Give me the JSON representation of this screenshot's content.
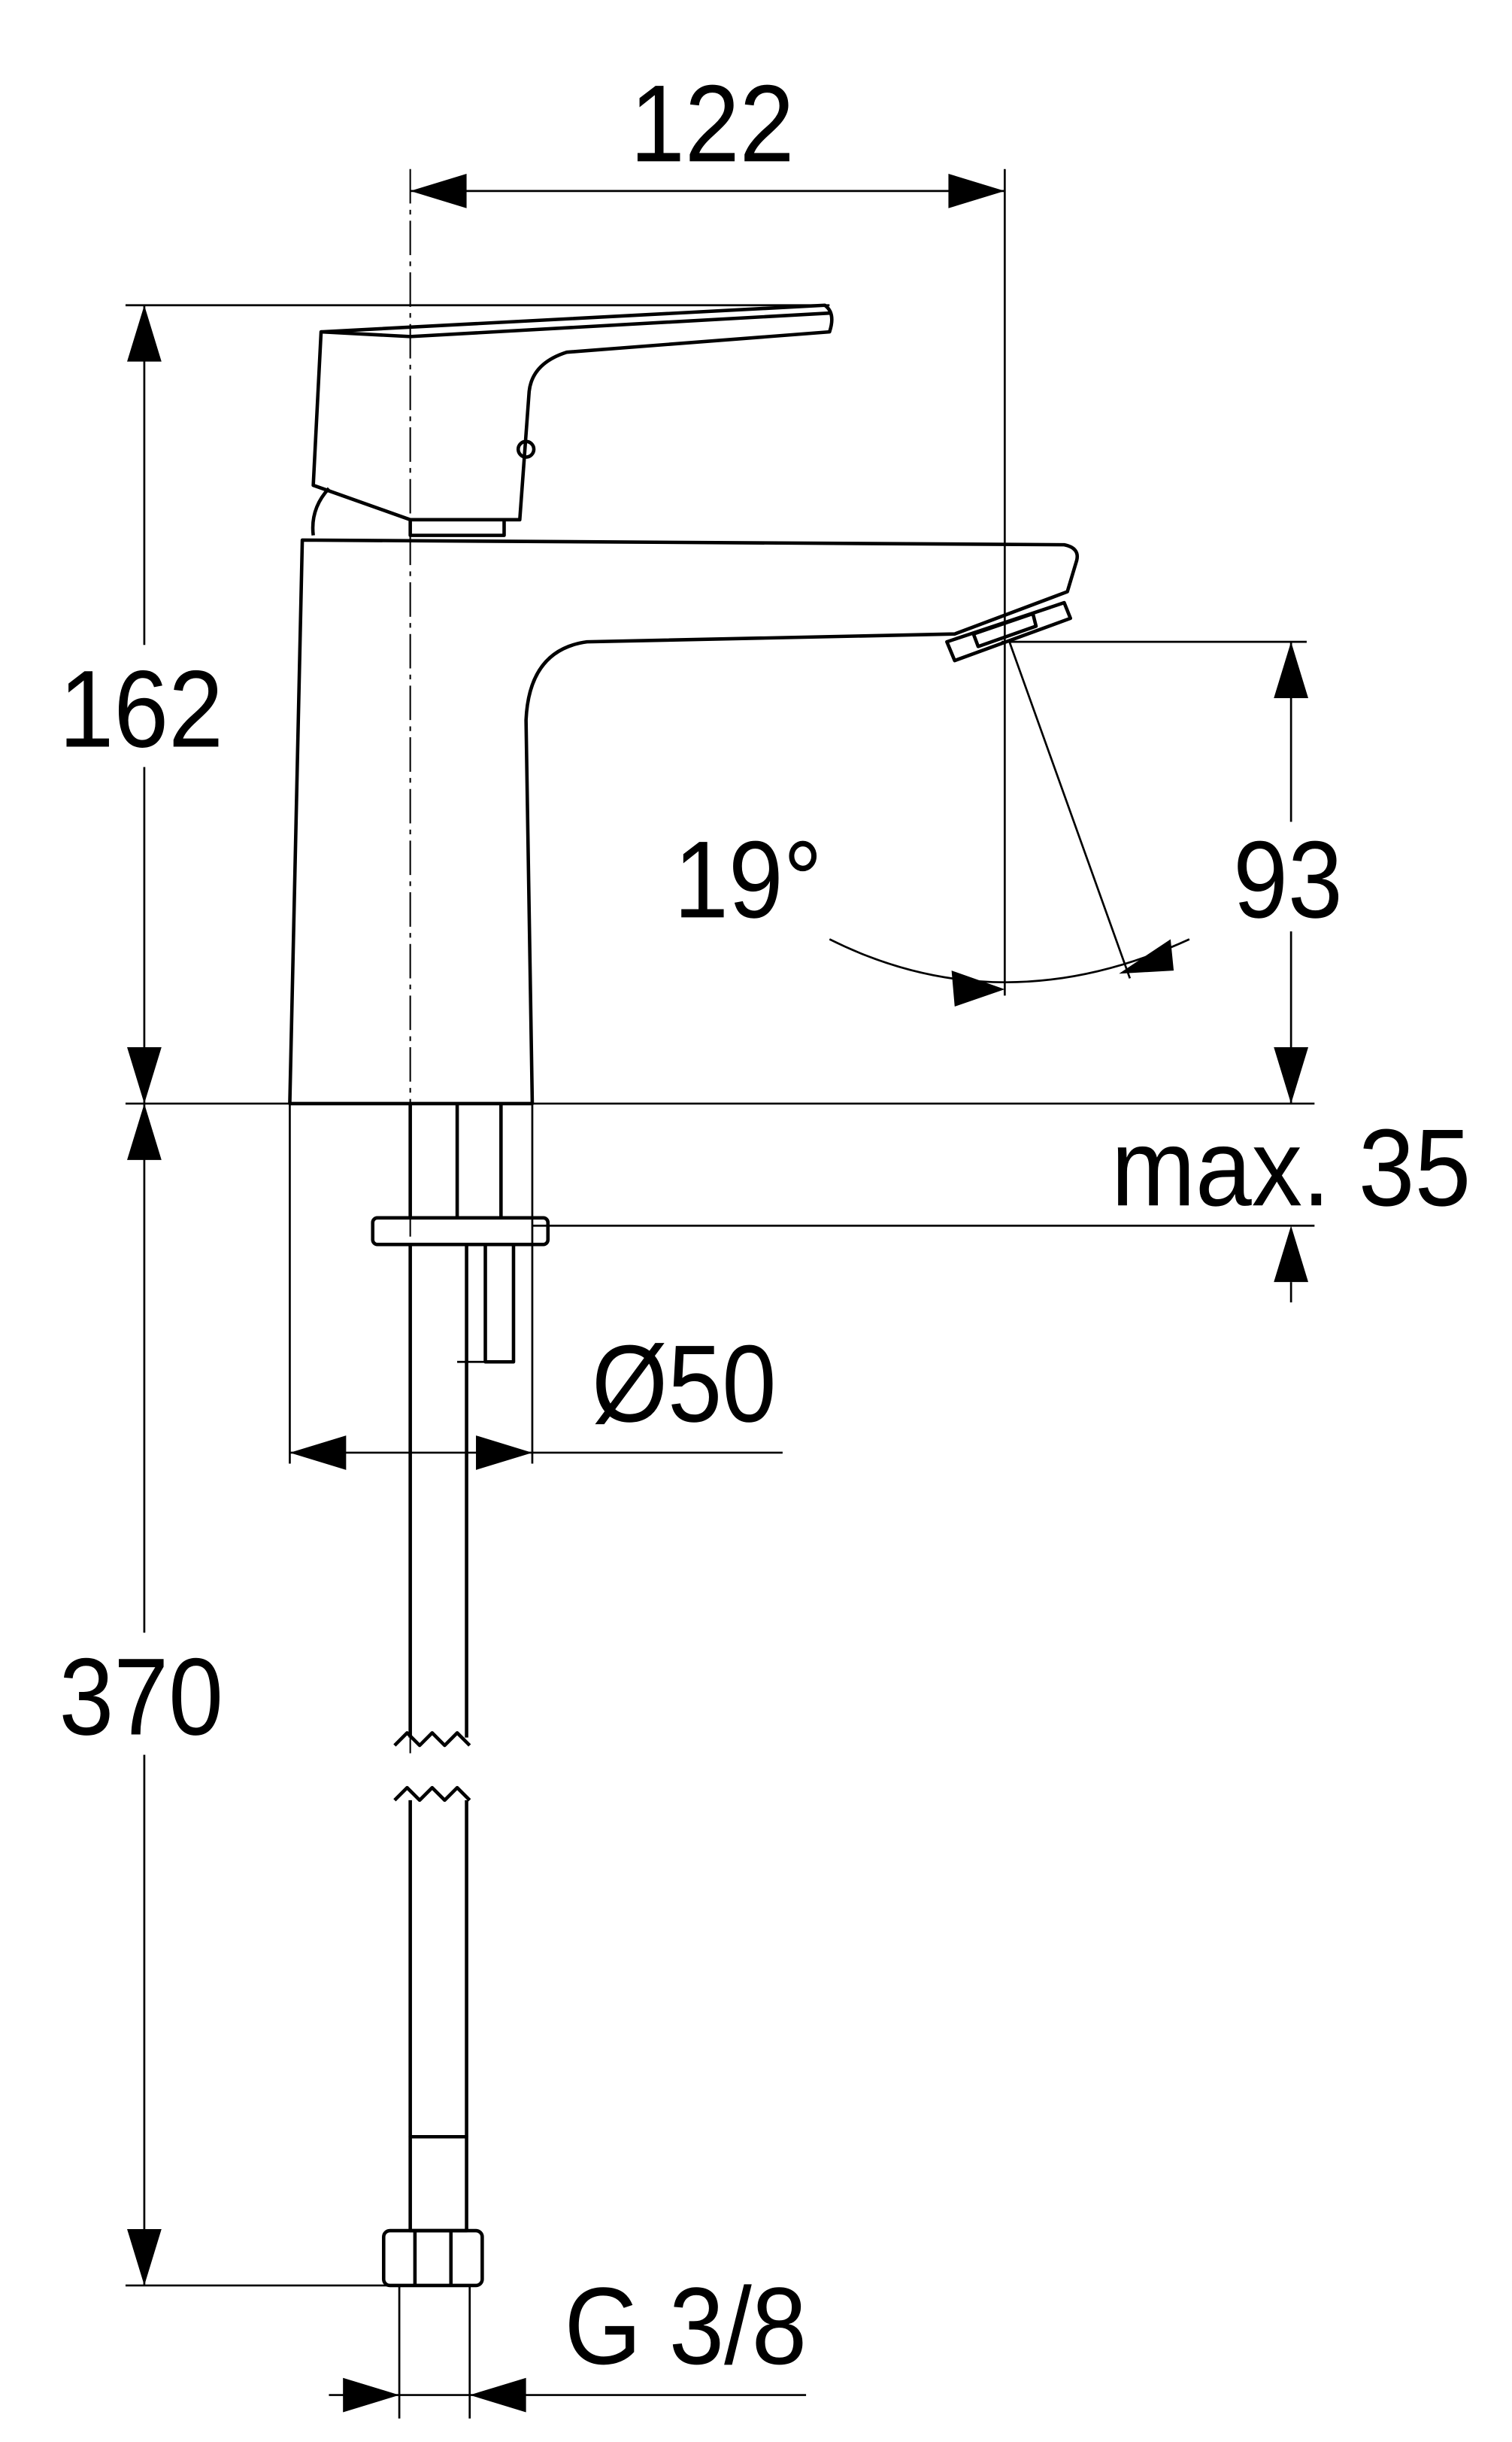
{
  "drawing": {
    "title": "Single-lever basin mixer dimension drawing",
    "dimensions": {
      "width_spout": "122",
      "height_body": "162",
      "hose_length": "370",
      "spout_height": "93",
      "spout_angle": "19°",
      "max_thickness": "max. 35",
      "base_diameter": "Ø50",
      "connection_thread": "G 3/8"
    },
    "colors": {
      "line": "#000000",
      "background": "#ffffff"
    }
  }
}
